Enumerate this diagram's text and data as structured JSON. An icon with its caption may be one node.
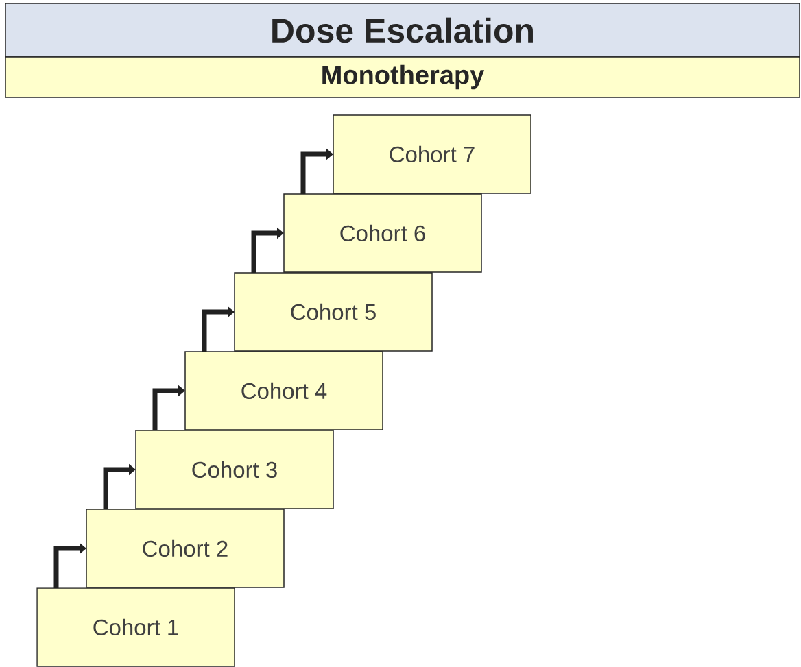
{
  "diagram": {
    "nodes": [
      {
        "text": [
          "Dose Escalation"
        ]
      },
      {
        "text": [
          "Monotherapy"
        ]
      },
      {
        "text": [
          "Cohort 1"
        ]
      },
      {
        "text": [
          "Cohort 2"
        ]
      },
      {
        "text": [
          "Cohort 3"
        ]
      },
      {
        "text": [
          "Cohort 4"
        ]
      },
      {
        "text": [
          "Cohort 5"
        ]
      },
      {
        "text": [
          "Cohort 6"
        ]
      },
      {
        "text": [
          "Cohort 7"
        ]
      }
    ],
    "edges": [
      {
        "from": 2,
        "to": 3,
        "arrow": "to"
      },
      {
        "from": 3,
        "to": 4,
        "arrow": "to"
      },
      {
        "from": 4,
        "to": 5,
        "arrow": "to"
      },
      {
        "from": 5,
        "to": 6,
        "arrow": "to"
      },
      {
        "from": 6,
        "to": 7,
        "arrow": "to"
      },
      {
        "from": 7,
        "to": 8,
        "arrow": "to"
      }
    ]
  }
}
